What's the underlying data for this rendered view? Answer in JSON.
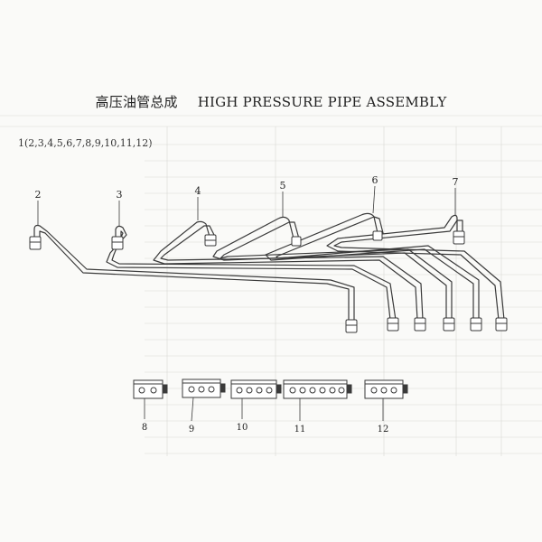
{
  "title": {
    "chinese": "高压油管总成",
    "english": "HIGH PRESSURE PIPE ASSEMBLY"
  },
  "assembly_label": "1(2,3,4,5,6,7,8,9,10,11,12)",
  "callouts": {
    "pipes": [
      "2",
      "3",
      "4",
      "5",
      "6",
      "7"
    ],
    "clamps": [
      "8",
      "9",
      "10",
      "11",
      "12"
    ]
  },
  "colors": {
    "line": "#3a3a3a",
    "faint": "#d4d4d0",
    "paper": "#fafaf8"
  }
}
